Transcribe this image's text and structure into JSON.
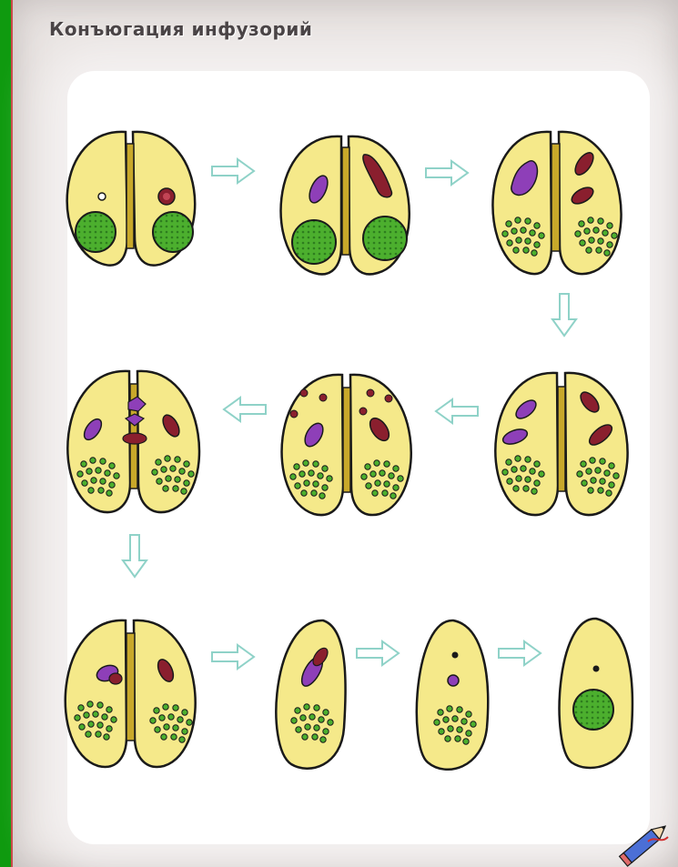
{
  "title": "Конъюгация инфузорий",
  "colors": {
    "cell_fill": "#f5e98a",
    "cell_stroke": "#1a1a1a",
    "macronucleus": "#4caf2e",
    "macronucleus_fragment": "#3a9a2a",
    "micronucleus_violet": "#8e3fb8",
    "micronucleus_maroon": "#8a1f2e",
    "arrow": "#8fd2c8",
    "background_green": "#0a8a0a"
  },
  "stages": [
    {
      "id": 1,
      "type": "pair",
      "description_icon": "conjugating-pair-icon"
    },
    {
      "id": 2,
      "type": "pair",
      "description_icon": "conjugating-pair-icon"
    },
    {
      "id": 3,
      "type": "pair",
      "description_icon": "conjugating-pair-icon"
    },
    {
      "id": 4,
      "type": "pair",
      "description_icon": "conjugating-pair-icon"
    },
    {
      "id": 5,
      "type": "pair",
      "description_icon": "conjugating-pair-icon"
    },
    {
      "id": 6,
      "type": "pair",
      "description_icon": "conjugating-pair-icon"
    },
    {
      "id": 7,
      "type": "pair",
      "description_icon": "conjugating-pair-icon"
    },
    {
      "id": 8,
      "type": "single",
      "description_icon": "exconjugant-icon"
    },
    {
      "id": 9,
      "type": "single",
      "description_icon": "exconjugant-icon"
    },
    {
      "id": 10,
      "type": "single",
      "description_icon": "exconjugant-icon"
    }
  ],
  "corner_icon": "pencil-icon"
}
